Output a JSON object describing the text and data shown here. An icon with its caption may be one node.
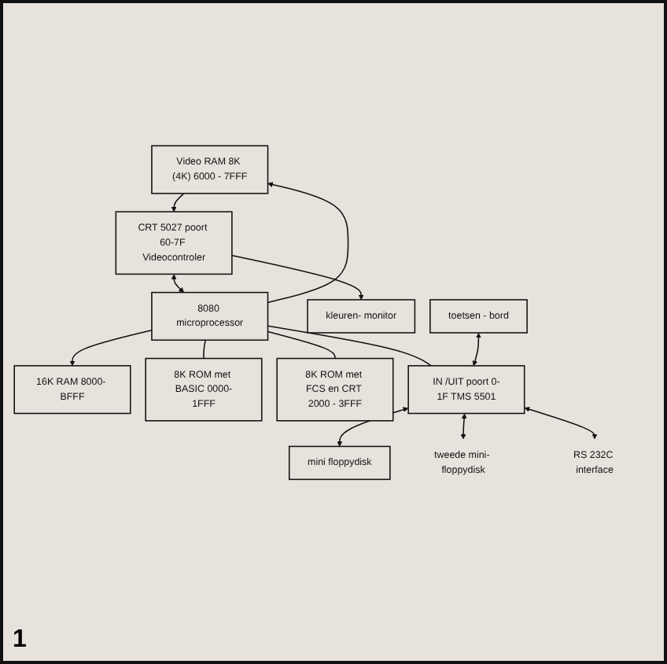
{
  "diagram": {
    "nodes": [
      {
        "text": [
          "16K RAM 8000- BFFF"
        ]
      },
      {
        "text": [
          "8K ROM met BASIC 0000-1FFF"
        ]
      },
      {
        "text": [
          "Video RAM 8K (4K) 6000 - 7FFF"
        ]
      },
      {
        "text": [
          "8K ROM met FCS en CRT 2000 - 3FFF"
        ]
      },
      {
        "text": [
          "CRT 5027 poort 60-7F Videocontroler"
        ]
      },
      {
        "text": [
          "8080 microprocessor"
        ]
      },
      {
        "text": [
          "kleuren- monitor"
        ]
      },
      {
        "text": [
          "toetsen - bord"
        ]
      },
      {
        "text": [
          "IN /UIT poort 0-1F TMS 5501"
        ]
      },
      {
        "text": [
          "mini floppydisk"
        ]
      },
      {
        "text": [
          "tweede mini- floppydisk"
        ]
      },
      {
        "text": [
          "RS 232C interface"
        ]
      }
    ],
    "edges": [
      {
        "from": 5,
        "to": 0,
        "arrow": "to"
      },
      {
        "from": 5,
        "to": 1,
        "arrow": "none"
      },
      {
        "from": 5,
        "to": 2,
        "arrow": "to"
      },
      {
        "from": 5,
        "to": 3,
        "arrow": "none"
      },
      {
        "from": 2,
        "to": 4,
        "arrow": "to"
      },
      {
        "from": 4,
        "to": 5,
        "arrow": "both"
      },
      {
        "from": 4,
        "to": 6,
        "arrow": "to"
      },
      {
        "from": 5,
        "to": 8,
        "arrow": "none"
      },
      {
        "from": 7,
        "to": 8,
        "arrow": "both"
      },
      {
        "from": 8,
        "to": 9,
        "arrow": "both"
      },
      {
        "from": 8,
        "to": 10,
        "arrow": "both"
      },
      {
        "from": 8,
        "to": 11,
        "arrow": "both"
      }
    ],
    "labels": [
      "1"
    ]
  }
}
